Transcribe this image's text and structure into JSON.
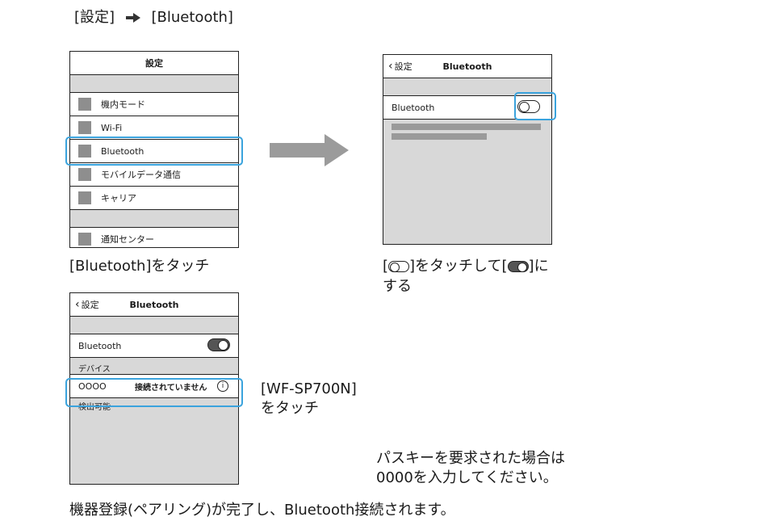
{
  "header": {
    "settings": "[設定]",
    "bluetooth": "[Bluetooth]"
  },
  "phone1": {
    "title": "設定",
    "items": [
      "機内モード",
      "Wi-Fi",
      "Bluetooth",
      "モバイルデータ通信",
      "キャリア",
      "通知センター"
    ],
    "caption": "[Bluetooth]をタッチ"
  },
  "phone2": {
    "back": "設定",
    "title": "Bluetooth",
    "toggle_label": "Bluetooth",
    "toggle_state": "off",
    "caption_1": "[",
    "caption_2": "]をタッチして[",
    "caption_3": "]に",
    "caption_4": "する"
  },
  "phone3": {
    "back": "設定",
    "title": "Bluetooth",
    "toggle_label": "Bluetooth",
    "toggle_state": "on",
    "devices_header": "デバイス",
    "device_name": "OOOO",
    "device_status": "接続されていません",
    "info_glyph": "i",
    "discoverable_header": "検出可能",
    "caption_1": "[WF-SP700N]",
    "caption_2": "をタッチ"
  },
  "passkey_note": {
    "line1": "パスキーを要求された場合は",
    "line2": "0000を入力してください。"
  },
  "footer": "機器登録(ペアリング)が完了し、Bluetooth接続されます。",
  "colors": {
    "highlight": "#3aa3dd",
    "arrow": "#9b9b9b",
    "band": "#d8d8d8",
    "icon_square": "#8e8e8e"
  }
}
